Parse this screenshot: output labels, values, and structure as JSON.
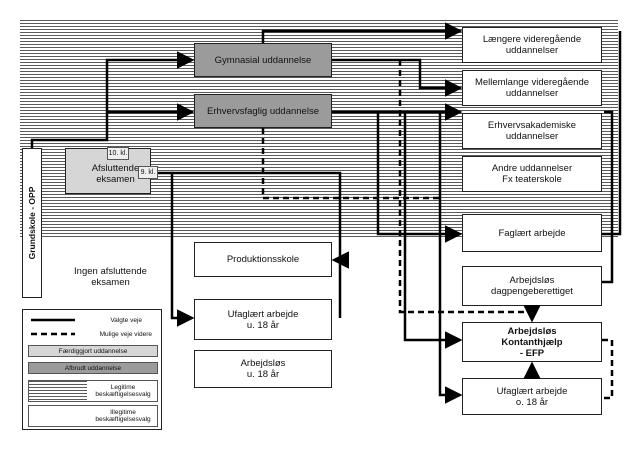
{
  "boxes": {
    "gymnasial": "Gymnasial uddannelse",
    "erhvervsfaglig": "Erhvervsfaglig uddannelse",
    "afsluttende": "Afsluttende\neksamen",
    "tag_10": "10. kl.",
    "tag_9": "9. kl.",
    "grundskole": "Grundskole - OPP",
    "ingen": "Ingen afsluttende\neksamen",
    "produktionsskole": "Produktionsskole",
    "ufaglaert_u18": "Ufaglært arbejde\nu. 18 år",
    "arbejdslos_u18": "Arbejdsløs\nu. 18 år",
    "laengere": "Længere videregående\nuddannelser",
    "mellemlange": "Mellemlange videregående\nuddannelser",
    "erhvervsakademiske": "Erhvervsakademiske\nuddannelser",
    "andre": "Andre uddannelser\nFx teaterskole",
    "faglaert": "Faglært arbejde",
    "dagpenge": "Arbejdsløs\ndagpengeberettiget",
    "kontanthjaelp": "Arbejdsløs\nKontanthjælp\n- EFP",
    "ufaglaert_o18": "Ufaglært arbejde\no. 18 år"
  },
  "legend": {
    "valgte": "Valgte veje",
    "mulige": "Mulige veje videre",
    "faerdiggjort": "Færdiggjort uddannelse",
    "afbrudt": "Afbrudt uddannelse",
    "legitime": "Legitime\nbeskæftigelsesvalg",
    "illegitime": "Illegitime\nbeskæftigelsesvalg"
  },
  "colors": {
    "stripe": "#5a5a5a",
    "afbrudt": "#9b9b9b",
    "faerdiggjort": "#d6d6d6",
    "line": "#000000"
  }
}
